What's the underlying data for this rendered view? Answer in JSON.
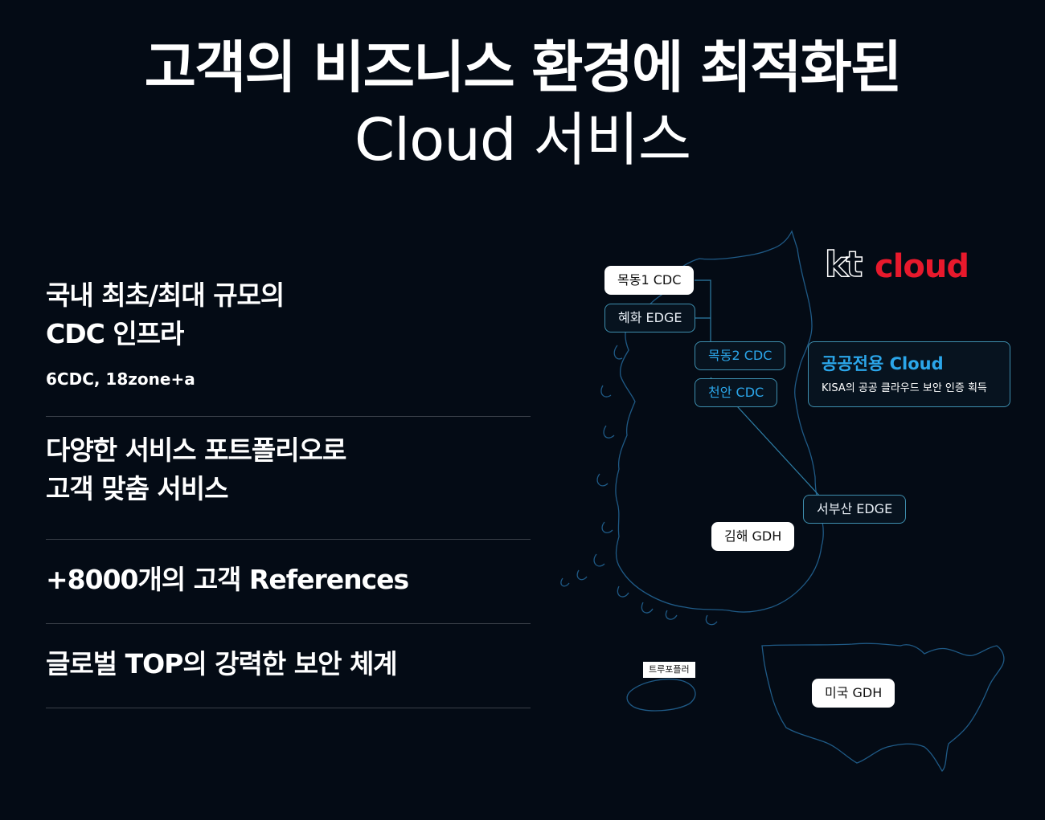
{
  "hero": {
    "line1": "고객의 비즈니스 환경에 최적화된",
    "line2": "Cloud 서비스"
  },
  "features": [
    {
      "title": "국내 최초/최대 규모의\nCDC 인프라",
      "subtitle": "6CDC, 18zone+a"
    },
    {
      "title": "다양한 서비스 포트폴리오로\n고객 맞춤 서비스"
    },
    {
      "title": "+8000개의 고객 References"
    },
    {
      "title": "글로벌 TOP의 강력한 보안 체계"
    }
  ],
  "logo": {
    "kt": "kt",
    "cloud": "cloud",
    "kt_color": "#ffffff",
    "cloud_color": "#e8192c"
  },
  "map": {
    "tags": {
      "mokdong1": "목동1 CDC",
      "hyehwa": "혜화 EDGE",
      "mokdong2": "목동2 CDC",
      "cheonan": "천안 CDC",
      "seobusan": "서부산 EDGE",
      "gimhae": "김해 GDH",
      "trufo": "트루포플러",
      "usa": "미국 GDH"
    },
    "public_cloud": {
      "title": "공공전용 Cloud",
      "subtitle": "KISA의 공공 클라우드 보안 인증 획득"
    },
    "colors": {
      "background": "#040b15",
      "outline": "#1f5a86",
      "accent_blue": "#2ba6ea",
      "border_blue": "#3e8eae"
    }
  }
}
